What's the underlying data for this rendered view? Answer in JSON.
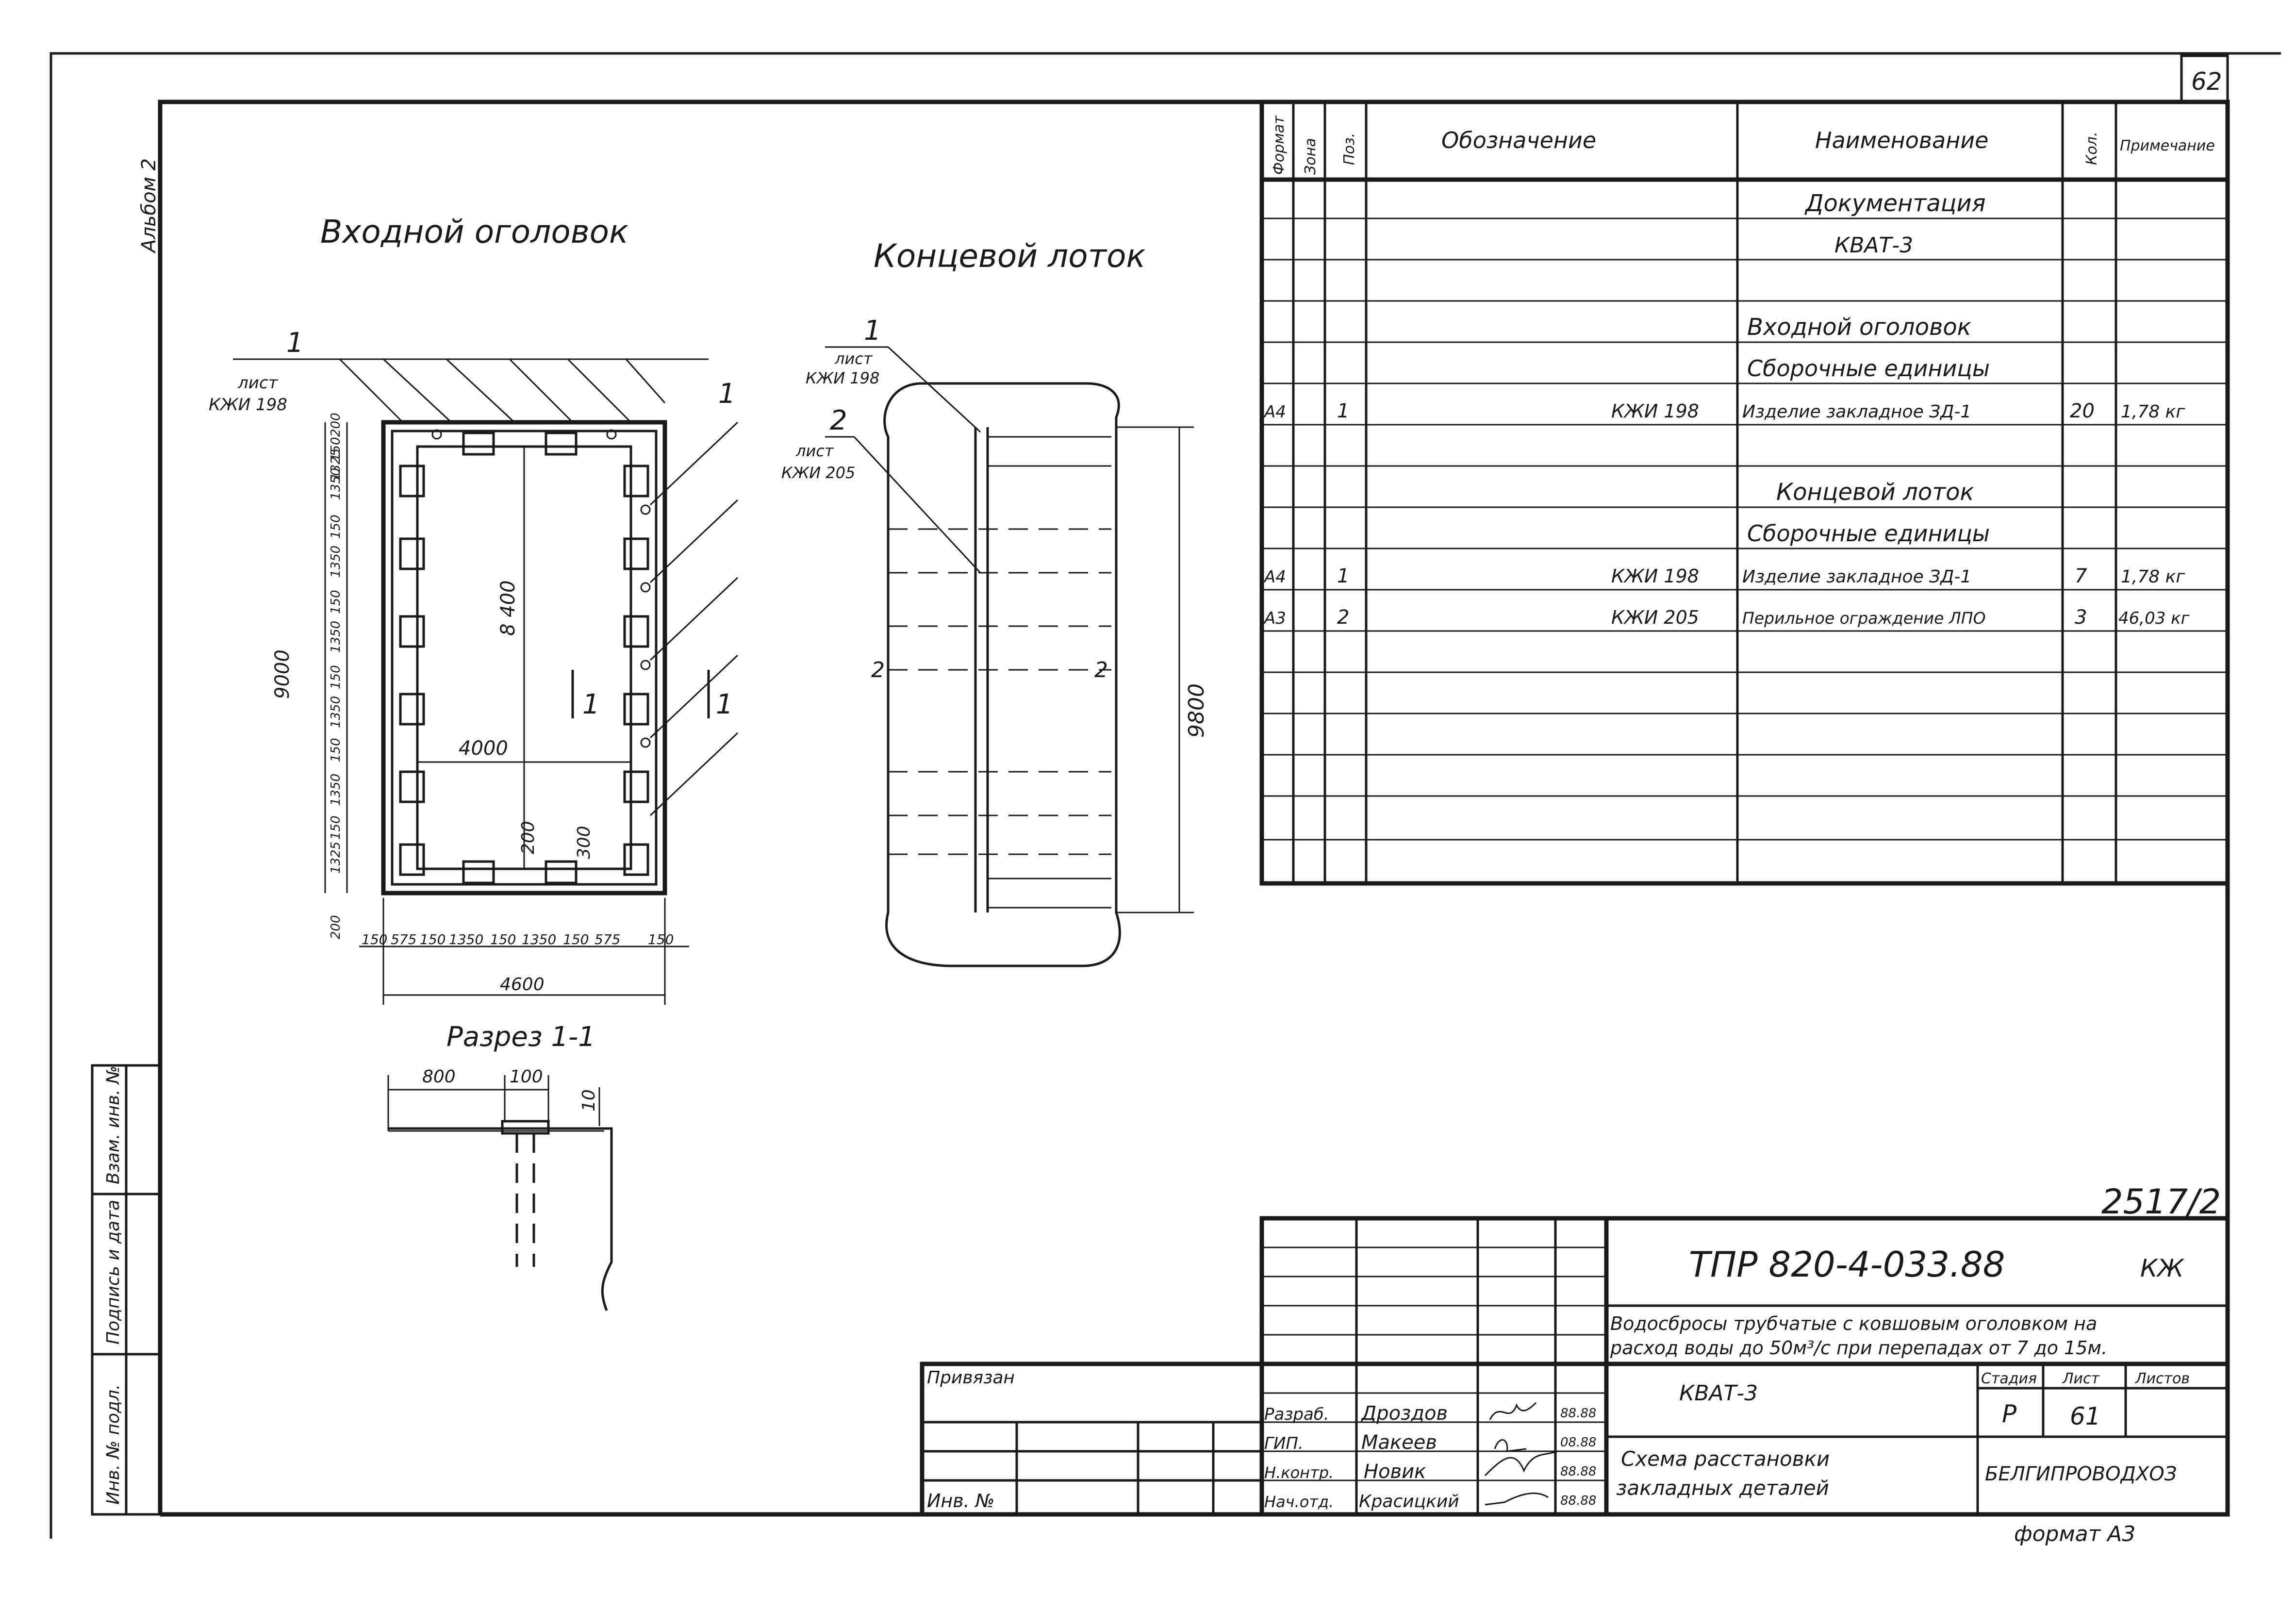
{
  "sheet_number": "62",
  "album_label": "Альбом 2",
  "views": {
    "inlet_title": "Входной оголовок",
    "end_tray_title": "Концевой лоток",
    "section_title": "Разрез 1-1"
  },
  "inlet_view": {
    "callout_left_num": "1",
    "callout_left_sheet_1": "лист",
    "callout_left_sheet_2": "КЖИ 198",
    "callout_right_num": "1",
    "dim_inner_height": "8 400",
    "dim_inner_width": "4000",
    "dim_total_height": "9000",
    "dim_total_width": "4600",
    "dim_200": "200",
    "dim_300": "300",
    "section_mark_a": "1",
    "section_mark_b": "1",
    "left_chain": [
      "200",
      "1325",
      "1350",
      "1350",
      "1350",
      "1350",
      "1350",
      "1325",
      "200"
    ],
    "left_chain_small": [
      "150",
      "150",
      "150",
      "150",
      "150",
      "150"
    ],
    "bottom_chain": [
      "150",
      "575",
      "150",
      "1350",
      "150",
      "1350",
      "150",
      "575",
      "150"
    ]
  },
  "end_tray_view": {
    "callout_1_num": "1",
    "callout_1_sheet_1": "лист",
    "callout_1_sheet_2": "КЖИ 198",
    "callout_2_num": "2",
    "callout_2_sheet_1": "лист",
    "callout_2_sheet_2": "КЖИ 205",
    "dim_height": "9800",
    "section_mark_left": "2",
    "section_mark_right": "2"
  },
  "section_view": {
    "dim_800": "800",
    "dim_100": "100",
    "dim_10": "10"
  },
  "spec_table": {
    "headers": {
      "format": "Формат",
      "zone": "Зона",
      "pos": "Поз.",
      "designation": "Обозначение",
      "name": "Наименование",
      "qty": "Кол.",
      "note": "Примечание"
    },
    "rows": [
      {
        "format": "",
        "pos": "",
        "designation": "",
        "name": "Документация",
        "qty": "",
        "note": ""
      },
      {
        "format": "",
        "pos": "",
        "designation": "",
        "name": "КВАТ-3",
        "qty": "",
        "note": ""
      },
      {
        "format": "",
        "pos": "",
        "designation": "",
        "name": "",
        "qty": "",
        "note": ""
      },
      {
        "format": "",
        "pos": "",
        "designation": "",
        "name": "Входной оголовок",
        "qty": "",
        "note": ""
      },
      {
        "format": "",
        "pos": "",
        "designation": "",
        "name": "Сборочные единицы",
        "qty": "",
        "note": ""
      },
      {
        "format": "А4",
        "pos": "1",
        "designation": "КЖИ 198",
        "name": "Изделие закладное ЗД-1",
        "qty": "20",
        "note": "1,78 кг"
      },
      {
        "format": "",
        "pos": "",
        "designation": "",
        "name": "",
        "qty": "",
        "note": ""
      },
      {
        "format": "",
        "pos": "",
        "designation": "",
        "name": "Концевой лоток",
        "qty": "",
        "note": ""
      },
      {
        "format": "",
        "pos": "",
        "designation": "",
        "name": "Сборочные единицы",
        "qty": "",
        "note": ""
      },
      {
        "format": "А4",
        "pos": "1",
        "designation": "КЖИ 198",
        "name": "Изделие закладное ЗД-1",
        "qty": "7",
        "note": "1,78 кг"
      },
      {
        "format": "А3",
        "pos": "2",
        "designation": "КЖИ 205",
        "name": "Перильное ограждение ЛПО",
        "qty": "3",
        "note": "46,03 кг"
      },
      {
        "format": "",
        "pos": "",
        "designation": "",
        "name": "",
        "qty": "",
        "note": ""
      },
      {
        "format": "",
        "pos": "",
        "designation": "",
        "name": "",
        "qty": "",
        "note": ""
      },
      {
        "format": "",
        "pos": "",
        "designation": "",
        "name": "",
        "qty": "",
        "note": ""
      },
      {
        "format": "",
        "pos": "",
        "designation": "",
        "name": "",
        "qty": "",
        "note": ""
      },
      {
        "format": "",
        "pos": "",
        "designation": "",
        "name": "",
        "qty": "",
        "note": ""
      },
      {
        "format": "",
        "pos": "",
        "designation": "",
        "name": "",
        "qty": "",
        "note": ""
      }
    ]
  },
  "title_block": {
    "corner_code": "2517/2",
    "doc_code": "ТПР 820-4-033.88",
    "doc_suffix": "КЖ",
    "description_1": "Водосбросы трубчатые с ковшовым оголовком на",
    "description_2": "расход воды до 50м³/с при перепадах от 7 до 15м.",
    "project_name": "КВАТ-3",
    "drawing_name_1": "Схема расстановки",
    "drawing_name_2": "закладных деталей",
    "stage_label": "Стадия",
    "sheet_label": "Лист",
    "sheets_label": "Листов",
    "stage_value": "Р",
    "sheet_value": "61",
    "organization": "БЕЛГИПРОВОДХОЗ",
    "privyazan": "Привязан",
    "inv_no": "Инв. №",
    "format_label": "формат А3",
    "roles": [
      {
        "role": "Разраб.",
        "name": "Дроздов",
        "date": "88.88"
      },
      {
        "role": "ГИП.",
        "name": "Макеев",
        "date": "08.88"
      },
      {
        "role": "Н.контр.",
        "name": "Новик",
        "date": "88.88"
      },
      {
        "role": "Нач.отд.",
        "name": "Красицкий",
        "date": "88.88"
      }
    ]
  },
  "side_stamp": {
    "inv_podl": "Инв. № подл.",
    "podpis": "Подпись и дата",
    "vzam": "Взам. инв. №"
  }
}
